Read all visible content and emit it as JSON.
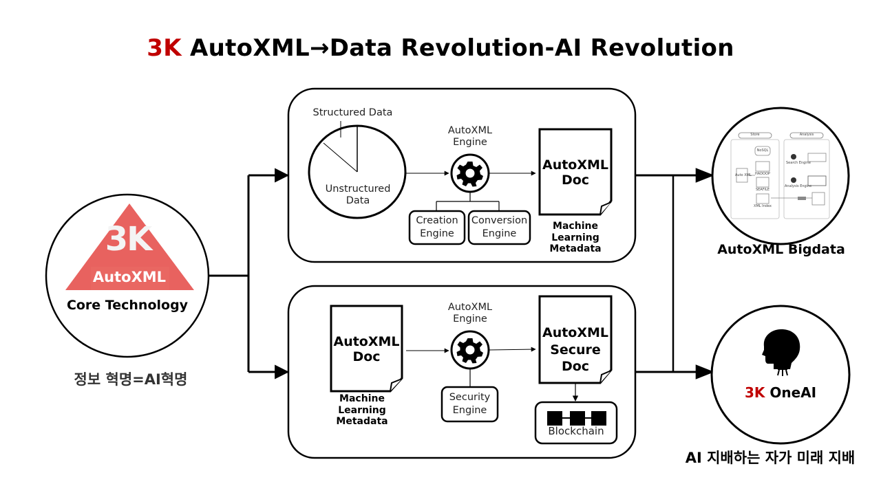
{
  "title": {
    "accent": "3K",
    "text": " AutoXML→Data Revolution-AI Revolution"
  },
  "colors": {
    "accent": "#c00000",
    "triangle": "#e8625f",
    "line": "#000000"
  },
  "core": {
    "logo_main": "3K",
    "logo_sub": "AutoXML",
    "label": "Core Technology",
    "korean_caption": "정보 혁명=AI혁명"
  },
  "top_panel": {
    "pie_top_label": "Structured Data",
    "pie_bottom_label": [
      "Unstructured",
      "Data"
    ],
    "engine_label": [
      "AutoXML",
      "Engine"
    ],
    "engine_icon": "gear-icon",
    "sub_engines": [
      {
        "label": [
          "Creation",
          "Engine"
        ]
      },
      {
        "label": [
          "Conversion",
          "Engine"
        ]
      }
    ],
    "doc_title": [
      "AutoXML",
      "Doc"
    ],
    "doc_caption": [
      "Machine",
      "Learning",
      "Metadata"
    ]
  },
  "bottom_panel": {
    "input_doc_title": [
      "AutoXML",
      "Doc"
    ],
    "input_doc_caption": [
      "Machine",
      "Learning",
      "Metadata"
    ],
    "engine_label": [
      "AutoXML",
      "Engine"
    ],
    "engine_icon": "gear-icon",
    "security_engine": [
      "Security",
      "Engine"
    ],
    "output_doc_title": [
      "AutoXML",
      "Secure",
      "Doc"
    ],
    "blockchain_label": "Blockchain"
  },
  "bigdata": {
    "caption": "AutoXML Bigdata",
    "thumbnail": {
      "store_label": "Store",
      "analysis_label": "Analysis",
      "items": [
        "NoSQL",
        "HADOOP",
        "SEAFILE",
        "XML Index",
        "Auto XML",
        "Search Engine",
        "Analysis Engine"
      ]
    }
  },
  "oneai": {
    "icon": "ai-head-icon",
    "accent": "3K",
    "text": " OneAI",
    "korean_caption": "AI 지배하는 자가 미래 지배"
  }
}
